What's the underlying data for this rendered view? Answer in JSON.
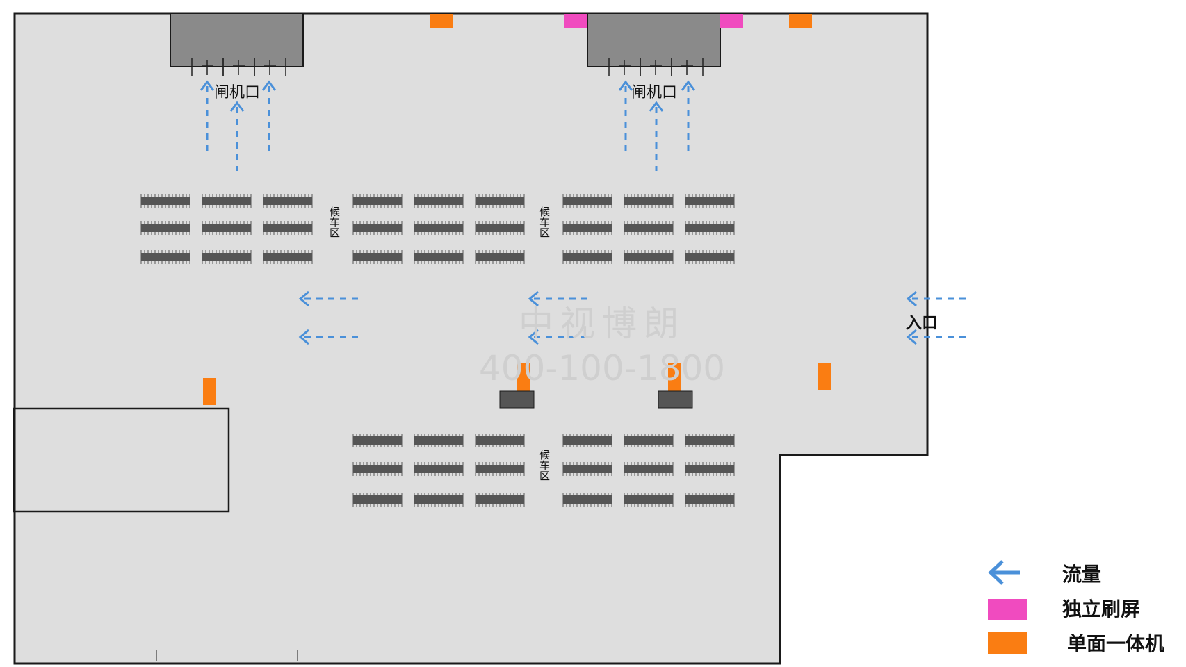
{
  "map": {
    "gate_label": "闸机口",
    "waiting_label": "候车区",
    "entrance_label": "入口",
    "colors": {
      "floor": "#dedede",
      "wall": "#1a1a1a",
      "gate_block": "#8a8a8a",
      "flow": "#4a90d9",
      "standalone_screen": "#f04bbf",
      "single_kiosk": "#fa7d12",
      "seat_row": "#555555",
      "kiosk_base": "#555555"
    }
  },
  "watermark": {
    "name": "中视博朗",
    "phone": "400-100-1800"
  },
  "legend": {
    "flow": {
      "label": "流量",
      "icon": "left-arrow-icon"
    },
    "standalone_screen": {
      "label": "独立刷屏"
    },
    "single_kiosk": {
      "label": "单面一体机"
    }
  }
}
